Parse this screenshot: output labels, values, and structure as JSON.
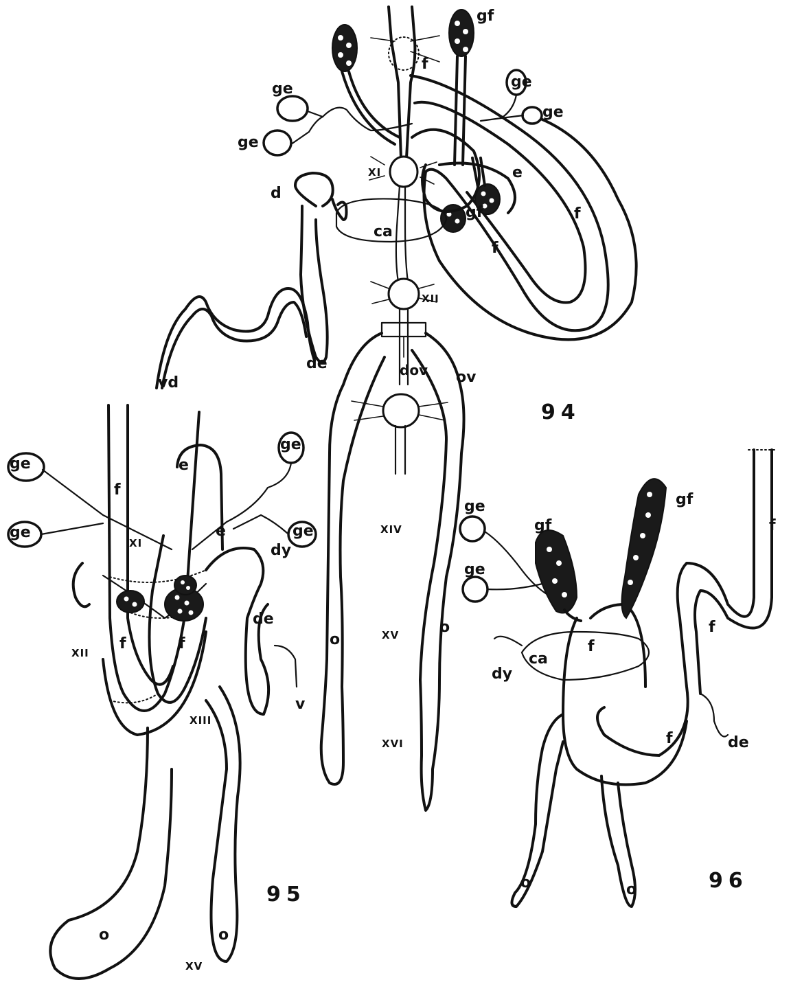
{
  "figures": [
    {
      "number": "94",
      "labels": {
        "ge_1": "ge",
        "ge_2": "ge",
        "ge_3": "ge",
        "ge_4": "ge",
        "gf_1": "gf",
        "gf_2": "gf",
        "f_1": "f",
        "f_2": "f",
        "f_3": "f",
        "e": "e",
        "d": "d",
        "ca": "ca",
        "de": "de",
        "vd": "vd",
        "dov": "dov",
        "ov": "ov",
        "o_1": "o",
        "o_2": "o"
      },
      "segments": [
        "XI",
        "XII",
        "XIV",
        "XV",
        "XVI"
      ]
    },
    {
      "number": "95",
      "labels": {
        "ge_1": "ge",
        "ge_2": "ge",
        "ge_3": "ge",
        "ge_4": "ge",
        "f_1": "f",
        "f_2": "f",
        "f_3": "f",
        "e_1": "e",
        "e_2": "e",
        "dy": "dy",
        "de": "de",
        "v": "v",
        "o_1": "o",
        "o_2": "o"
      },
      "segments": [
        "XI",
        "XII",
        "XIII",
        "XV"
      ]
    },
    {
      "number": "96",
      "labels": {
        "ge_1": "ge",
        "ge_2": "ge",
        "gf_1": "gf",
        "gf_2": "gf",
        "f_1": "f",
        "f_2": "f",
        "f_3": "f",
        "f_4": "f",
        "ca": "ca",
        "dy": "dy",
        "de": "de",
        "o_1": "o",
        "o_2": "o"
      },
      "segments": []
    }
  ]
}
